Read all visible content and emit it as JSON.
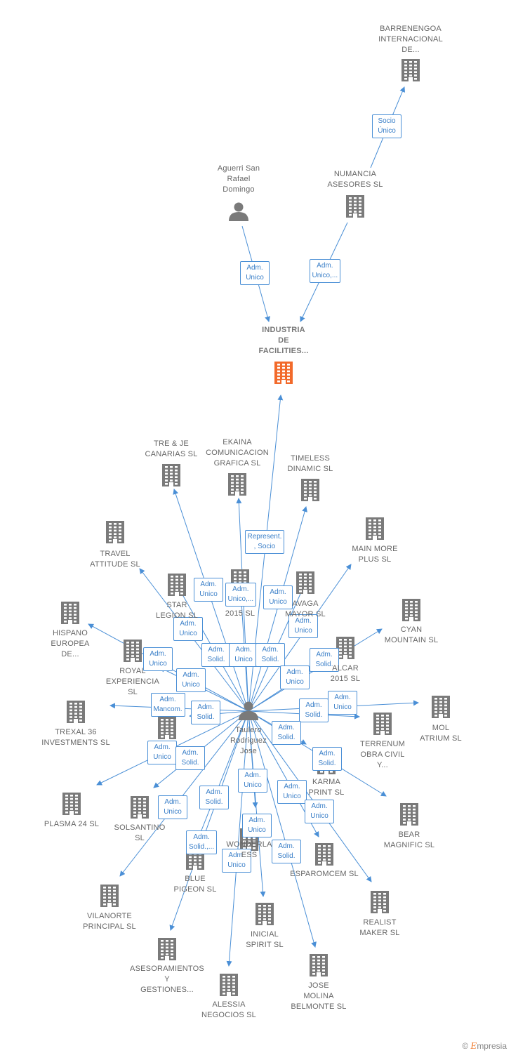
{
  "colors": {
    "edge": "#4a8fd6",
    "company": "#7a7a7a",
    "focus": "#f26a2b",
    "person": "#7a7a7a",
    "label": "#666666"
  },
  "nodes": [
    {
      "id": "barrenengoa",
      "label": "BARRENENGOA\nINTERNACIONAL\nDE...",
      "type": "company"
    },
    {
      "id": "numancia",
      "label": "NUMANCIA\nASESORES  SL",
      "type": "company"
    },
    {
      "id": "aguerri",
      "label": "Aguerri San\nRafael\nDomingo",
      "type": "person"
    },
    {
      "id": "industria",
      "label": "INDUSTRIA\nDE\nFACILITIES...",
      "type": "focus"
    },
    {
      "id": "trejecan",
      "label": "TRE & JE\nCANARIAS  SL",
      "type": "company"
    },
    {
      "id": "ekaina",
      "label": "EKAINA\nCOMUNICACION\nGRAFICA  SL",
      "type": "company"
    },
    {
      "id": "timeless",
      "label": "TIMELESS\nDINAMIC  SL",
      "type": "company"
    },
    {
      "id": "travel",
      "label": "TRAVEL\nATTITUDE  SL",
      "type": "company"
    },
    {
      "id": "mainmore",
      "label": "MAIN MORE\nPLUS  SL",
      "type": "company"
    },
    {
      "id": "star",
      "label": "STAR\nLEGION  SL",
      "type": "company"
    },
    {
      "id": "n2015",
      "label": "2015  SL",
      "type": "company"
    },
    {
      "id": "navaga",
      "label": "AVAGA\nMAYOR  SL",
      "type": "company"
    },
    {
      "id": "cyan",
      "label": "CYAN\nMOUNTAIN  SL",
      "type": "company"
    },
    {
      "id": "hispano",
      "label": "HISPANO\nEUROPEA\nDE...",
      "type": "company"
    },
    {
      "id": "royal",
      "label": "ROYAL\nEXPERIENCIA\nSL",
      "type": "company"
    },
    {
      "id": "alcar",
      "label": "ALCAR\n2015  SL",
      "type": "company"
    },
    {
      "id": "trexal",
      "label": "TREXAL 36\nINVESTMENTS SL",
      "type": "company"
    },
    {
      "id": "mol",
      "label": "MOL\nATRIUM  SL",
      "type": "company"
    },
    {
      "id": "terrenum",
      "label": "TERRENUM\nOBRA CIVIL\nY...",
      "type": "company"
    },
    {
      "id": "taulero",
      "label": "Taulero\nRodriguez\nJose",
      "type": "person"
    },
    {
      "id": "midleft",
      "label": "",
      "type": "company"
    },
    {
      "id": "plasma",
      "label": "PLASMA 24 SL",
      "type": "company"
    },
    {
      "id": "solsantino",
      "label": "SOLSANTINO\nSL",
      "type": "company"
    },
    {
      "id": "karma",
      "label": "KARMA\nPRINT  SL",
      "type": "company"
    },
    {
      "id": "bear",
      "label": "BEAR\nMAGNIFIC  SL",
      "type": "company"
    },
    {
      "id": "wonderla",
      "label": "WONDERLA\nESS",
      "type": "company"
    },
    {
      "id": "bluepigeon",
      "label": "BLUE\nPIGEON  SL",
      "type": "company"
    },
    {
      "id": "esparomcem",
      "label": "ESPAROMCEM SL",
      "type": "company"
    },
    {
      "id": "vilanorte",
      "label": "VILANORTE\nPRINCIPAL  SL",
      "type": "company"
    },
    {
      "id": "realist",
      "label": "REALIST\nMAKER  SL",
      "type": "company"
    },
    {
      "id": "inicial",
      "label": "INICIAL\nSPIRIT  SL",
      "type": "company"
    },
    {
      "id": "asesoramientos",
      "label": "ASESORAMIENTOS\nY\nGESTIONES...",
      "type": "company"
    },
    {
      "id": "jose",
      "label": "JOSE\nMOLINA\nBELMONTE  SL",
      "type": "company"
    },
    {
      "id": "alessia",
      "label": "ALESSIA\nNEGOCIOS  SL",
      "type": "company"
    }
  ],
  "edges": [
    {
      "from": "numancia",
      "to": "barrenengoa",
      "label": "Socio\nÚnico"
    },
    {
      "from": "aguerri",
      "to": "industria",
      "label": "Adm.\nUnico"
    },
    {
      "from": "numancia",
      "to": "industria",
      "label": "Adm.\nUnico,..."
    },
    {
      "from": "taulero",
      "to": "industria",
      "label": "Represent.\n, Socio"
    },
    {
      "from": "taulero",
      "to": "trejecan",
      "label": "Adm.\nUnico"
    },
    {
      "from": "taulero",
      "to": "ekaina",
      "label": "Adm.\nUnico,..."
    },
    {
      "from": "taulero",
      "to": "timeless",
      "label": "Adm.\nUnico"
    },
    {
      "from": "taulero",
      "to": "travel",
      "label": "Adm.\nUnico"
    },
    {
      "from": "taulero",
      "to": "navaga",
      "label": "Adm.\nUnico"
    },
    {
      "from": "taulero",
      "to": "star",
      "label": "Adm.\nSolid."
    },
    {
      "from": "taulero",
      "to": "n2015",
      "label": "Adm.\nUnico"
    },
    {
      "from": "taulero",
      "to": "mainmore",
      "label": "Adm.\nSolid."
    },
    {
      "from": "taulero",
      "to": "hispano",
      "label": "Adm.\nUnico"
    },
    {
      "from": "taulero",
      "to": "cyan",
      "label": "Adm.\nSolid."
    },
    {
      "from": "taulero",
      "to": "royal",
      "label": "Adm.\nUnico"
    },
    {
      "from": "taulero",
      "to": "alcar",
      "label": "Adm.\nUnico"
    },
    {
      "from": "taulero",
      "to": "trexal",
      "label": "Adm.\nMancom."
    },
    {
      "from": "taulero",
      "to": "midleft",
      "label": "Adm.\nSolid."
    },
    {
      "from": "taulero",
      "to": "mol",
      "label": "Adm.\nUnico"
    },
    {
      "from": "taulero",
      "to": "terrenum",
      "label": "Adm.\nSolid."
    },
    {
      "from": "taulero",
      "to": "plasma",
      "label": "Adm.\nUnico"
    },
    {
      "from": "taulero",
      "to": "solsantino",
      "label": "Adm.\nSolid."
    },
    {
      "from": "taulero",
      "to": "karma",
      "label": "Adm.\nSolid."
    },
    {
      "from": "taulero",
      "to": "bear",
      "label": "Adm.\nSolid."
    },
    {
      "from": "taulero",
      "to": "wonderla",
      "label": "Adm.\nUnico"
    },
    {
      "from": "taulero",
      "to": "bluepigeon",
      "label": "Adm.\nSolid."
    },
    {
      "from": "taulero",
      "to": "esparomcem",
      "label": "Adm.\nUnico"
    },
    {
      "from": "taulero",
      "to": "vilanorte",
      "label": "Adm.\nUnico"
    },
    {
      "from": "taulero",
      "to": "realist",
      "label": "Adm.\nUnico"
    },
    {
      "from": "taulero",
      "to": "inicial",
      "label": "Adm.\nUnico"
    },
    {
      "from": "taulero",
      "to": "asesoramientos",
      "label": "Adm.\nSolid.,..."
    },
    {
      "from": "taulero",
      "to": "jose",
      "label": "Adm.\nSolid."
    },
    {
      "from": "taulero",
      "to": "alessia",
      "label": "Adm.\nUnico"
    }
  ],
  "credit": {
    "copyright": "©",
    "brand_initial": "E",
    "brand_rest": "mpresia"
  }
}
